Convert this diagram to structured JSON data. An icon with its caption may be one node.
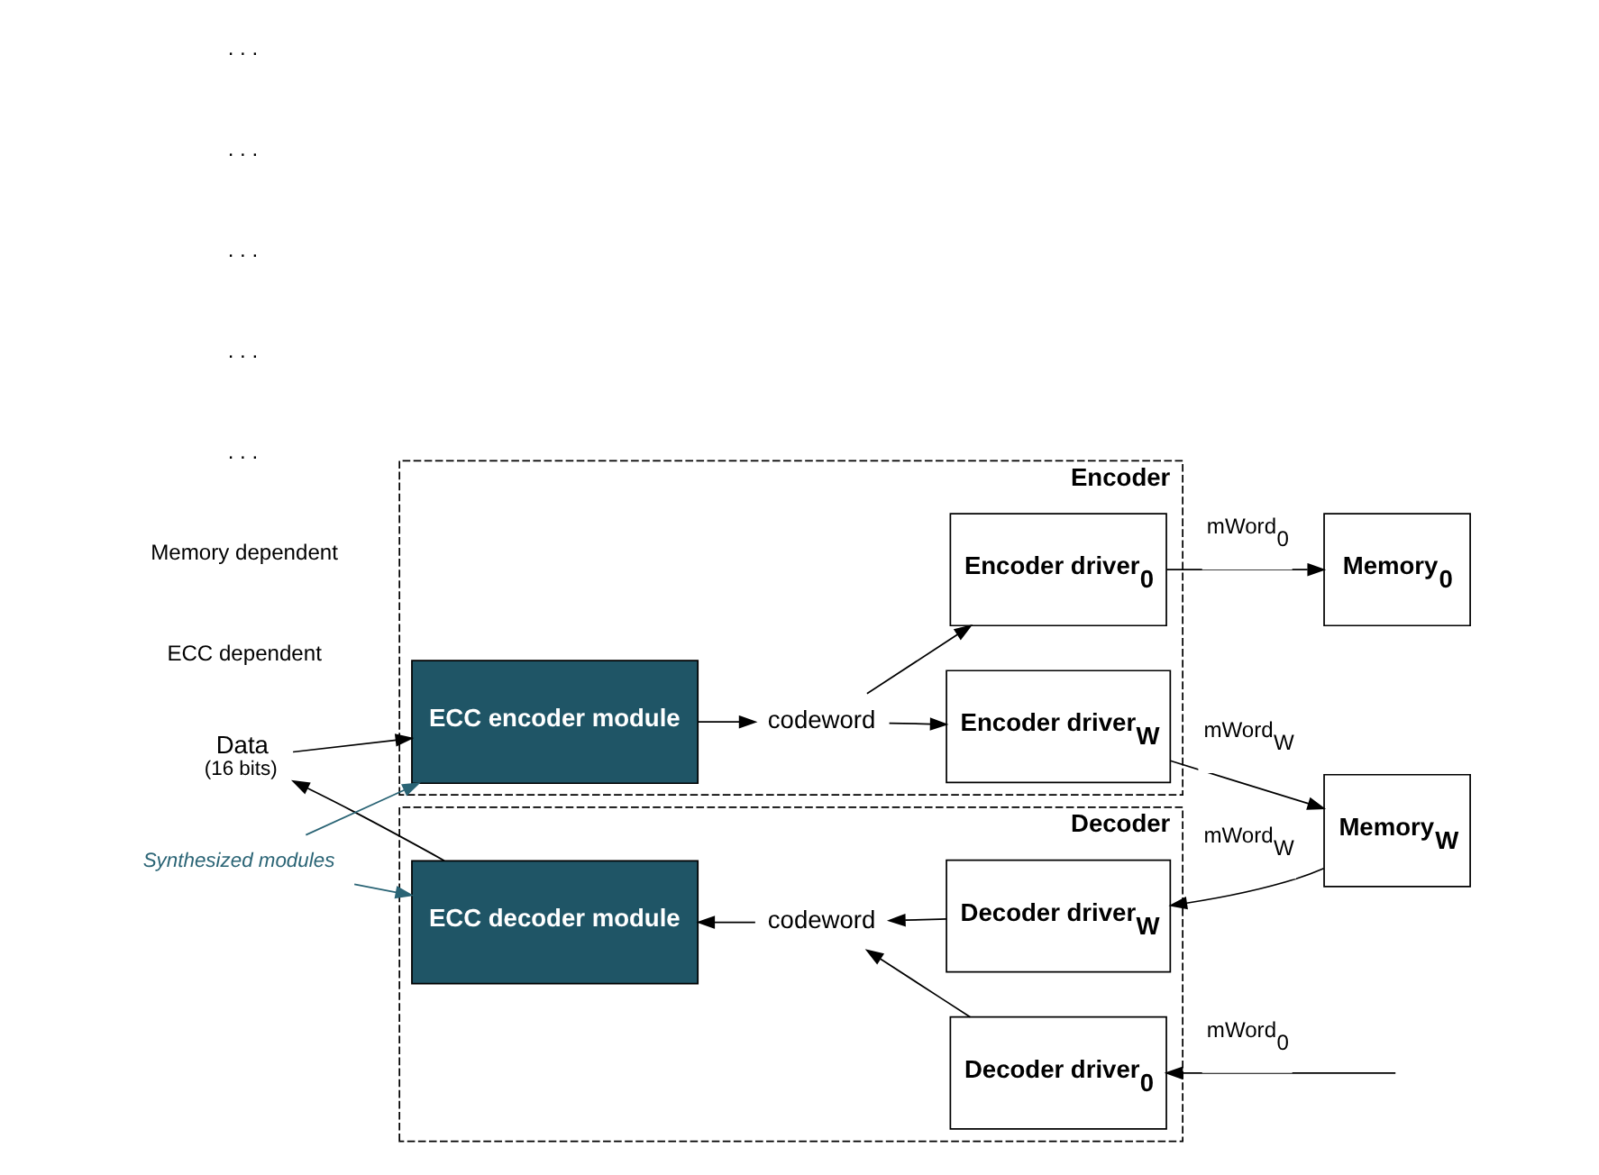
{
  "diagram": {
    "nodes": [
      {
        "text": [
          "Encoder"
        ]
      },
      {
        "text": [
          "ECC encoder module"
        ],
        "in": 0
      },
      {
        "text": [
          "codeword"
        ],
        "in": 0
      },
      {
        "text": [
          "Encoder driver$_{0}$"
        ],
        "in": 0
      },
      {
        "text": [
          "Encoder driver$_{W}$"
        ],
        "in": 0
      },
      {
        "text": [
          "Memory$_{0}$"
        ]
      },
      {
        "text": [
          "Memory$_{W}$"
        ]
      },
      {
        "text": [
          "Decoder"
        ]
      },
      {
        "text": [
          "ECC decoder module"
        ],
        "in": 7
      },
      {
        "text": [
          "codeword"
        ],
        "in": 7
      },
      {
        "text": [
          "Decoder driver$_{W}$"
        ],
        "in": 7
      },
      {
        "text": [
          "Decoder driver$_{0}$"
        ],
        "in": 7
      },
      {
        "text": [
          "Data",
          "(16 bits)"
        ]
      },
      {
        "text": [
          "Synthesized modules"
        ]
      }
    ],
    "edges": [
      {
        "from": 12,
        "to": 1,
        "arrow": "to"
      },
      {
        "from": 1,
        "to": 2,
        "arrow": "to"
      },
      {
        "from": 2,
        "to": 3,
        "arrow": "to"
      },
      {
        "from": 2,
        "to": 4,
        "arrow": "to"
      },
      {
        "from": 3,
        "to": 5,
        "arrow": "to",
        "label": "mWord$_{0}$"
      },
      {
        "from": 4,
        "to": 6,
        "arrow": "to",
        "label": "mWord$_{W}$"
      },
      {
        "from": 6,
        "to": 10,
        "arrow": "to",
        "label": "mWord$_{W}$"
      },
      {
        "from": null,
        "to": 11,
        "arrow": "to",
        "label": "mWord$_{0}$"
      },
      {
        "from": 10,
        "to": 9,
        "arrow": "to"
      },
      {
        "from": 11,
        "to": 9,
        "arrow": "to"
      },
      {
        "from": 9,
        "to": 8,
        "arrow": "to"
      },
      {
        "from": 8,
        "to": 12,
        "arrow": "to"
      },
      {
        "from": 13,
        "to": 1,
        "arrow": "to",
        "color": "#2a6475"
      },
      {
        "from": 13,
        "to": 8,
        "arrow": "to",
        "color": "#2a6475"
      }
    ],
    "labels": [
      "ECC dependent",
      "Memory dependent",
      ". . .",
      ". . .",
      ". . .",
      ". . .",
      ". . ."
    ]
  }
}
